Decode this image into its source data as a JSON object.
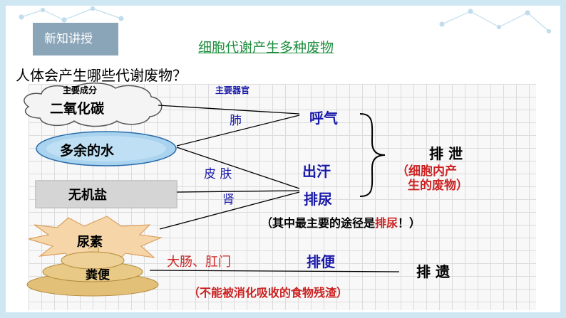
{
  "tag": "新知讲授",
  "topic": "细胞代谢产生多种废物",
  "question": "人体会产生哪些代谢废物？",
  "diagram": {
    "header_left": "主要成分",
    "header_right": "主要器官",
    "components": {
      "co2": "二氧化碳",
      "water": "多余的水",
      "salt": "无机盐",
      "urea": "尿素",
      "feces": "粪便"
    },
    "organs": {
      "lung": "肺",
      "skin": "皮 肤",
      "kidney": "肾",
      "intestine": "大肠、肛门"
    },
    "routes": {
      "breath": "呼气",
      "sweat": "出汗",
      "urine": "排尿",
      "defecation": "排便"
    },
    "excretion": "排 泄",
    "excretion_note_1": "（细胞内产",
    "excretion_note_2": "生的废物）",
    "main_route_prefix": "（其中最主要的途径是",
    "main_route_highlight": "排尿",
    "main_route_suffix": "！）",
    "egestion": "排 遗",
    "egestion_note": "（不能被消化吸收的食物残渣）"
  },
  "colors": {
    "blue_text": "#1a1aaa",
    "red_text": "#cc2222",
    "green_title": "#1e8e3e"
  }
}
